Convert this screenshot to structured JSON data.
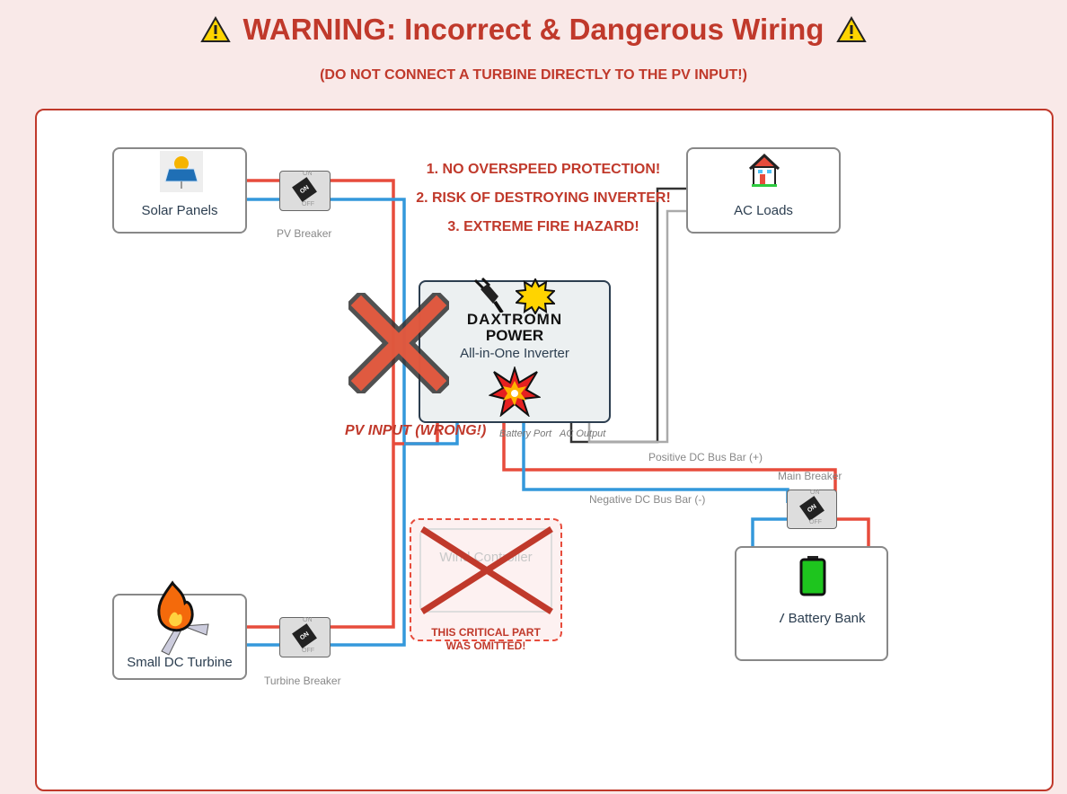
{
  "header": {
    "title": "WARNING: Incorrect & Dangerous Wiring",
    "subtitle": "(DO NOT CONNECT A TURBINE DIRECTLY TO THE PV INPUT!)",
    "icon": "warning-icon"
  },
  "components": {
    "solar": {
      "label": "Solar Panels",
      "icon": "solar-panel-icon"
    },
    "turbine": {
      "label": "Small DC Turbine",
      "icon": "fire-icon"
    },
    "ac_loads": {
      "label": "AC Loads",
      "icon": "house-icon"
    },
    "battery": {
      "label": "V Battery Bank",
      "icon": "battery-icon"
    },
    "inverter": {
      "brand_line1": "DAXTROMN",
      "brand_line2": "POWER",
      "label": "All-in-One Inverter",
      "icons": [
        "plug-icon",
        "burst-icon",
        "explosion-icon"
      ]
    },
    "wind_controller": {
      "label": "Wind Controller",
      "note_line1": "THIS CRITICAL PART",
      "note_line2": "WAS OMITTED!"
    }
  },
  "breakers": {
    "pv": "PV Breaker",
    "turbine": "Turbine Breaker",
    "main": "Main Breaker",
    "on": "ON",
    "off": "OFF",
    "toggle": "ON"
  },
  "ports": {
    "pv_input": "PV INPUT (WRONG!)",
    "battery": "Battery Port",
    "ac_output": "AC Output"
  },
  "bus": {
    "positive": "Positive DC Bus Bar (+)",
    "negative": "Negative DC Bus Bar (-)"
  },
  "warnings": [
    "1. NO OVERSPEED PROTECTION!",
    "2. RISK OF DESTROYING INVERTER!",
    "3. EXTREME FIRE HAZARD!"
  ],
  "colors": {
    "positive": "#e74c3c",
    "negative": "#3498db",
    "danger": "#c0392b",
    "ac_live": "#333333",
    "ac_neutral": "#aaaaaa"
  }
}
